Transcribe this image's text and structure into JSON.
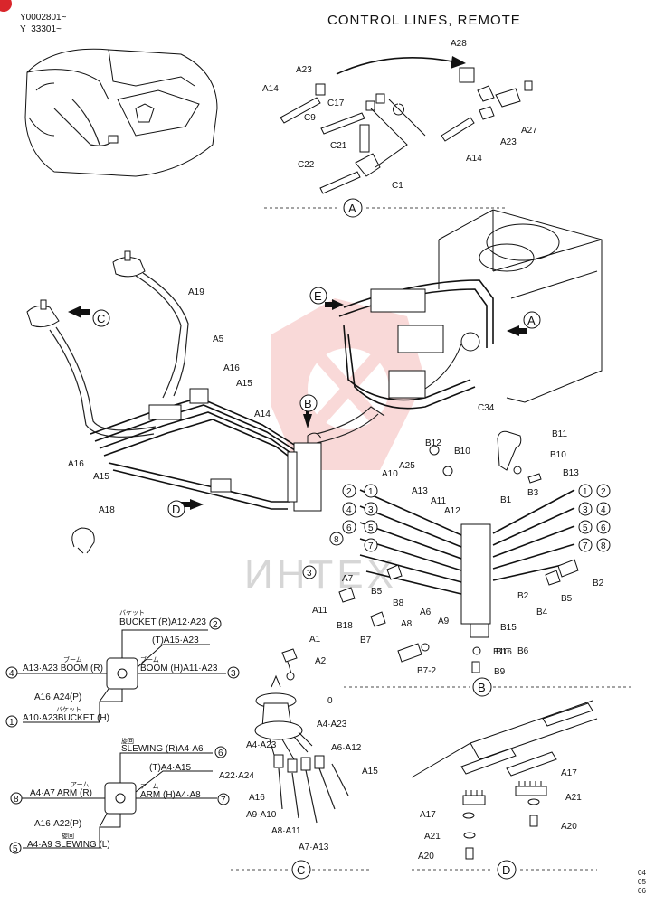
{
  "header": {
    "serial_1": "Y0002801~",
    "serial_2": "Y  33301~",
    "title": "CONTROL LINES, REMOTE"
  },
  "section_labels": {
    "a": "A",
    "b": "B",
    "c": "C",
    "d": "D",
    "e": "E"
  },
  "watermark": "ИНТЕХ",
  "detail_a_labels": [
    "A23",
    "A14",
    "C17",
    "C9",
    "C21",
    "C22",
    "C1",
    "A28",
    "A27",
    "A23",
    "A14"
  ],
  "main_labels": [
    "A19",
    "A5",
    "A16",
    "A15",
    "A14",
    "C34",
    "A16",
    "A15",
    "A18",
    "A25",
    "B12",
    "B10",
    "B11",
    "B10",
    "B13"
  ],
  "detail_b_labels": [
    "A10",
    "A13",
    "A11",
    "A12",
    "B1",
    "B3",
    "A7",
    "B5",
    "B8",
    "A6",
    "A8",
    "A9",
    "B2",
    "B4",
    "B15",
    "B16",
    "B5",
    "B2",
    "A11",
    "B18",
    "B7",
    "B7-2",
    "B10",
    "B9",
    "B6"
  ],
  "circled_numbers": {
    "b_left": [
      "2",
      "1",
      "4",
      "3",
      "6",
      "5",
      "8",
      "7",
      "3"
    ],
    "b_right": [
      "1",
      "2",
      "3",
      "4",
      "5",
      "6",
      "7",
      "8"
    ]
  },
  "schema_top": {
    "bucket_jp": "バケット",
    "bucket_r": "BUCKET (R)A12·A23",
    "t": "(T)A15·A23",
    "boom_jp": "ブーム",
    "boom_r": "A13·A23 BOOM (R)",
    "boom_h": "BOOM (H)A11·A23",
    "p": "A16·A24(P)",
    "bucket_jp2": "バケット",
    "bucket_h": "A10·A23BUCKET (H)",
    "num_2": "2",
    "num_4": "4",
    "num_3": "3",
    "num_1": "1"
  },
  "schema_bottom": {
    "slewing_jp": "旋回",
    "slewing_r": "SLEWING (R)A4·A6",
    "t": "(T)A4·A15",
    "arm_jp": "アーム",
    "arm_r": "A4·A7 ARM (R)",
    "arm_h": "ARM (H)A4·A8",
    "p": "A16·A22(P)",
    "slewing_jp2": "旋回",
    "slewing_l": "A4·A9 SLEWING (L)",
    "num_6": "6",
    "num_8": "8",
    "num_7": "7",
    "num_5": "5"
  },
  "detail_c_labels": [
    "A1",
    "A2",
    "0",
    "A4·A23",
    "A4·A23",
    "A6·A12",
    "A22·A24",
    "A15",
    "A16",
    "A9·A10",
    "A8·A11",
    "A7·A13"
  ],
  "detail_d_labels": [
    "A17",
    "A21",
    "A20",
    "A17",
    "A21",
    "A20"
  ],
  "page_codes": [
    "04",
    "05",
    "06"
  ]
}
